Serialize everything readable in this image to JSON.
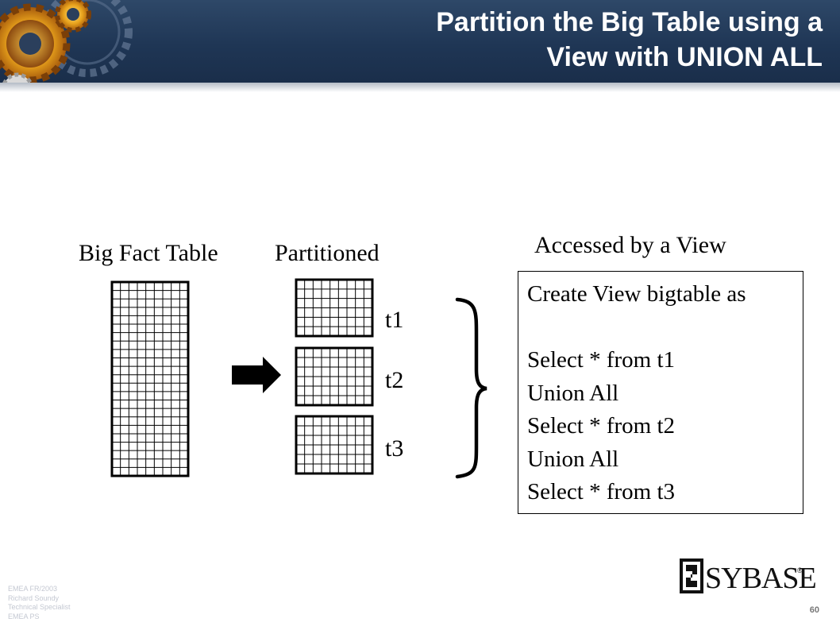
{
  "header": {
    "title_line1": "Partition the Big Table using a",
    "title_line2": "View with UNION ALL",
    "background_color": "#1f3655",
    "decoration": "gears-icon"
  },
  "labels": {
    "big_fact_table": "Big Fact Table",
    "partitioned": "Partitioned",
    "accessed_by_view": "Accessed by a View",
    "t1": "t1",
    "t2": "t2",
    "t3": "t3"
  },
  "view_definition": {
    "lines": [
      "Create View bigtable as",
      "",
      "Select * from t1",
      "Union All",
      "Select * from t2",
      "Union All",
      "Select * from t3"
    ]
  },
  "footer": {
    "notes": [
      "EMEA FR/2003",
      "Richard Soundy",
      "Technical Specialist",
      "EMEA PS"
    ],
    "page_number": "60",
    "logo_text": "SYBASE",
    "logo_mark": "®"
  }
}
